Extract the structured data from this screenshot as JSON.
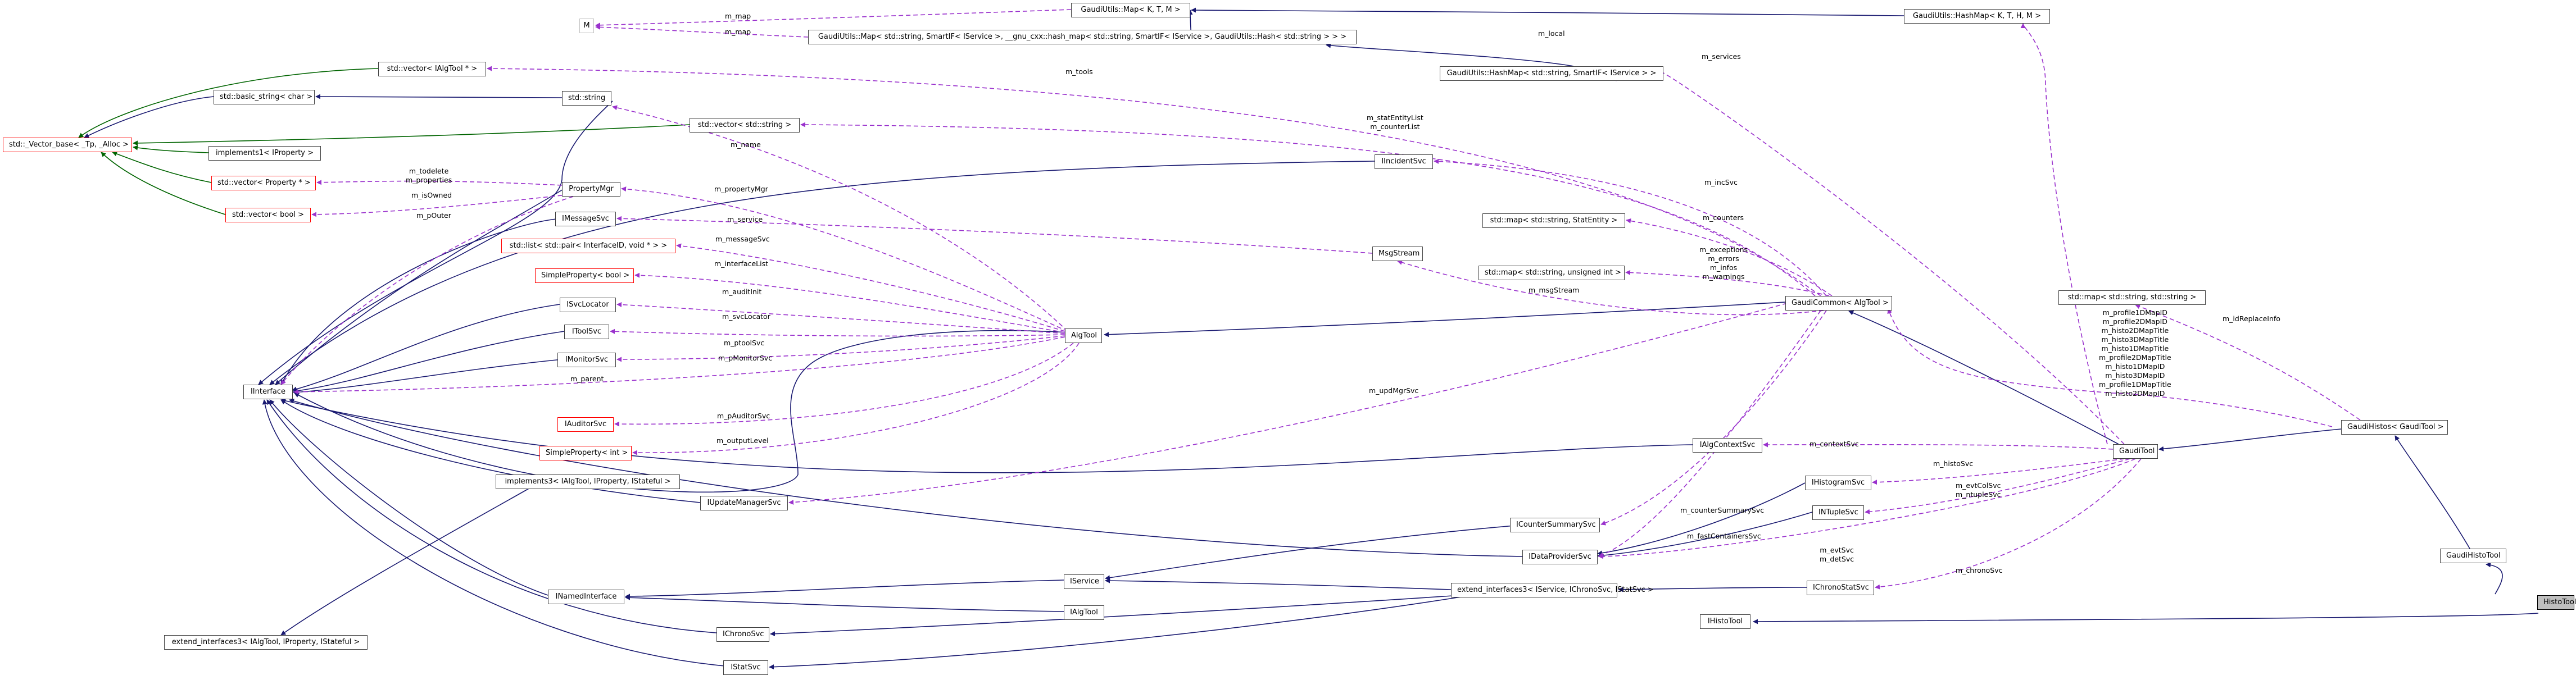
{
  "nodes": {
    "histo_tool": "HistoTool",
    "gaudi_histo_tool": "GaudiHistoTool",
    "gaudi_histos_gaudi_tool": "GaudiHistos< GaudiTool >",
    "gaudi_tool": "GaudiTool",
    "gaudi_common_algtool": "GaudiCommon< AlgTool >",
    "algtool": "AlgTool",
    "ihisto_tool": "IHistoTool",
    "ialg_tool": "IAlgTool",
    "inamed_interface": "INamedInterface",
    "iinterface": "IInterface",
    "iservice": "IService",
    "ichrono_svc": "IChronoSvc",
    "istat_svc": "IStatSvc",
    "extend_interfaces_ialgtool": "extend_interfaces3< IAlgTool, IProperty, IStateful >",
    "implements_ialgtool": "implements3< IAlgTool, IProperty, IStateful >",
    "extend_interfaces_iservice": "extend_interfaces3< IService, IChronoSvc, IStatSvc >",
    "ichrono_stat_svc": "IChronoStatSvc",
    "idata_provider_svc": "IDataProviderSvc",
    "icounter_summary_svc": "ICounterSummarySvc",
    "intuple_svc": "INTupleSvc",
    "ihistogram_svc": "IHistogramSvc",
    "ialg_context_svc": "IAlgContextSvc",
    "iupdate_manager_svc": "IUpdateManagerSvc",
    "simple_property_int": "SimpleProperty< int >",
    "iauditor_svc": "IAuditorSvc",
    "imonitor_svc": "IMonitorSvc",
    "itool_svc": "IToolSvc",
    "isvc_locator": "ISvcLocator",
    "simple_property_bool": "SimpleProperty< bool >",
    "std_list_pair": "std::list< std::pair< InterfaceID, void * > >",
    "imessage_svc": "IMessageSvc",
    "property_mgr": "PropertyMgr",
    "std_vector_bool": "std::vector< bool >",
    "std_vector_property": "std::vector< Property * >",
    "implements1_iproperty": "implements1< IProperty >",
    "std_vector_base": "std::_Vector_base< _Tp, _Alloc >",
    "std_basic_string": "std::basic_string< char >",
    "std_vector_ialgtool": "std::vector< IAlgTool * >",
    "std_string": "std::string",
    "std_vector_string": "std::vector< std::string >",
    "iincident_svc": "IIncidentSvc",
    "std_map_stat_entity": "std::map< std::string, StatEntity >",
    "imsg_stream": "MsgStream",
    "std_map_unsigned_int": "std::map< std::string, unsigned int >",
    "std_map_string_string": "std::map< std::string, std::string >",
    "m_node": "M",
    "gaudi_utils_map": "GaudiUtils::Map< K, T, M >",
    "gaudi_utils_map_full": "GaudiUtils::Map< std::string, SmartIF< IService >, __gnu_cxx::hash_map< std::string, SmartIF< IService >, GaudiUtils::Hash< std::string > > >",
    "gaudi_utils_hashmap_smartif": "GaudiUtils::HashMap< std::string, SmartIF< IService > >",
    "gaudi_utils_hashmap": "GaudiUtils::HashMap< K, T, H, M >"
  },
  "edge_labels": {
    "m_map_1": "m_map",
    "m_map_2": "m_map",
    "m_local": "m_local",
    "m_services": "m_services",
    "m_tools": "m_tools",
    "m_stat_entity_list": [
      "m_statEntityList",
      "m_counterList"
    ],
    "m_todelete": [
      "m_todelete",
      "m_properties"
    ],
    "m_is_owned": "m_isOwned",
    "m_p_outer": "m_pOuter",
    "m_name": "m_name",
    "m_property_mgr": "m_propertyMgr",
    "m_service": "m_service",
    "m_inc_svc": "m_incSvc",
    "m_counters": "m_counters",
    "m_message_svc": "m_messageSvc",
    "m_interface_list": "m_interfaceList",
    "m_exceptions": [
      "m_exceptions",
      "m_errors",
      "m_infos",
      "m_warnings"
    ],
    "m_audit_init": "m_auditInit",
    "m_msg_stream": "m_msgStream",
    "m_svc_locator": "m_svcLocator",
    "m_ptool_svc": "m_ptoolSvc",
    "m_p_monitor_svc": "m_pMonitorSvc",
    "m_parent": "m_parent",
    "m_upd_mgr_svc": "m_updMgrSvc",
    "m_id_replace_info": "m_idReplaceInfo",
    "m_profile": [
      "m_profile1DMapID",
      "m_profile2DMapID",
      "m_histo2DMapTitle",
      "m_histo3DMapTitle",
      "m_histo1DMapTitle",
      "m_profile2DMapTitle",
      "m_histo1DMapID",
      "m_histo3DMapID",
      "m_profile1DMapTitle",
      "m_histo2DMapID"
    ],
    "m_p_auditor_svc": "m_pAuditorSvc",
    "m_output_level": "m_outputLevel",
    "m_context_svc": "m_contextSvc",
    "m_counter_summary_svc": "m_counterSummarySvc",
    "m_histo_svc": "m_histoSvc",
    "m_fast_containers_svc": "m_fastContainersSvc",
    "m_evt_col_svc": [
      "m_evtColSvc",
      "m_ntupleSvc"
    ],
    "m_evt_svc": [
      "m_evtSvc",
      "m_detSvc"
    ],
    "m_chrono_svc": "m_chronoSvc"
  },
  "colors": {
    "inheritance": "#191970",
    "public_inheritance": "#006400",
    "usage": "#9a32cd",
    "box_border": "#404040",
    "highlight_fill": "#bfbfbf",
    "template_border": "#ff0000",
    "undocumented_border": "#bfbfbf"
  }
}
